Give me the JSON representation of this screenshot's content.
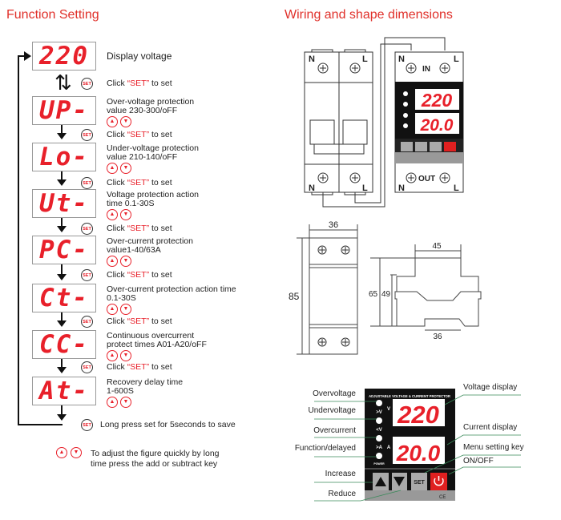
{
  "left": {
    "title": "Function Setting",
    "first": {
      "display": "220",
      "label": "Display voltage"
    },
    "click_prefix": "Click ",
    "click_set": "“SET”",
    "click_suffix": " to set",
    "set_icon": "SET",
    "steps": [
      {
        "display": "UP-",
        "lines": [
          "Over-voltage protection",
          "value 230-300/oFF"
        ]
      },
      {
        "display": "Lo-",
        "lines": [
          "Under-voltage protection",
          "value 210-140/oFF"
        ]
      },
      {
        "display": "Ut-",
        "lines": [
          "Voltage protection action",
          "time 0.1-30S"
        ]
      },
      {
        "display": "PC-",
        "lines": [
          "Over-current protection",
          "value1-40/63A"
        ]
      },
      {
        "display": "Ct-",
        "lines": [
          "Over-current protection action time",
          "0.1-30S"
        ]
      },
      {
        "display": "CC-",
        "lines": [
          "Continuous overcurrent",
          "protect times A01-A20/oFF"
        ]
      },
      {
        "display": "At-",
        "lines": [
          "Recovery delay time",
          "1-600S"
        ]
      }
    ],
    "save_text": "Long press set for 5seconds to save",
    "adjust_text": [
      "To adjust the figure quickly by long",
      "time press the add or subtract key"
    ]
  },
  "right": {
    "title": "Wiring and shape dimensions",
    "wiring": {
      "n": "N",
      "l": "L",
      "in": "IN",
      "out": "OUT"
    },
    "dims": {
      "width": "36",
      "height": "85",
      "depth": "45",
      "h65": "65",
      "h49": "49",
      "rail": "36"
    },
    "panel": {
      "header": "ADJUSTABLE VOLTAGE & CURRENT PROTECTOR",
      "voltage": "220",
      "current": "20.0",
      "led_labels": [
        ">V",
        "<V",
        ">A",
        "POWER"
      ],
      "unit_v": "V",
      "unit_a": "A",
      "set": "SET",
      "ce": "CE",
      "labels_left": [
        "Overvoltage",
        "Undervoltage",
        "Overcurrent",
        "Function/delayed",
        "Increase",
        "Reduce"
      ],
      "labels_right": [
        "Voltage display",
        "Current display",
        "Menu setting key",
        "ON/OFF"
      ]
    }
  },
  "colors": {
    "accent": "#e0302a",
    "segment": "#e8202a",
    "leader": "#3a8a5a"
  }
}
